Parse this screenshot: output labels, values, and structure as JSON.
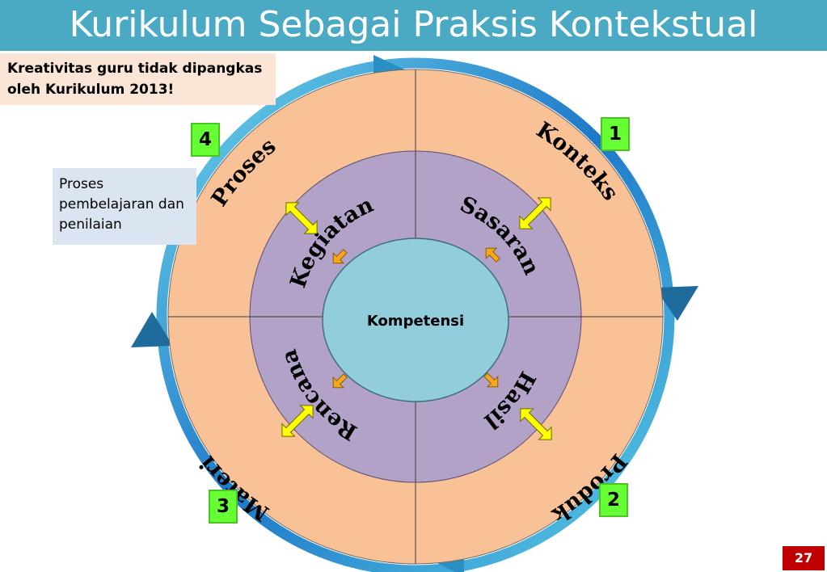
{
  "slide": {
    "title": "Kurikulum Sebagai Praksis Kontekstual",
    "note": "Kreativitas guru tidak dipangkas oleh Kurikulum 2013!",
    "side_note": "Proses pembelajaran dan penilaian",
    "page_number": "27"
  },
  "diagram": {
    "center": "Kompetensi",
    "outer": [
      "Proses",
      "Konteks",
      "Produk",
      "Materi"
    ],
    "inner": [
      "Kegiatan",
      "Sasaran",
      "Hasil",
      "Rencana"
    ],
    "numbers": [
      "4",
      "1",
      "2",
      "3"
    ],
    "colors": {
      "title_bar": "#4aaac4",
      "outer_ring": "#f8c196",
      "inner_ring": "#b3a2c7",
      "center": "#92cddc",
      "ring_arrow": "#2f9fd0",
      "number_box": "#66ff33",
      "connector": "#ffff00",
      "inner_arrow": "#f5a81c"
    }
  }
}
